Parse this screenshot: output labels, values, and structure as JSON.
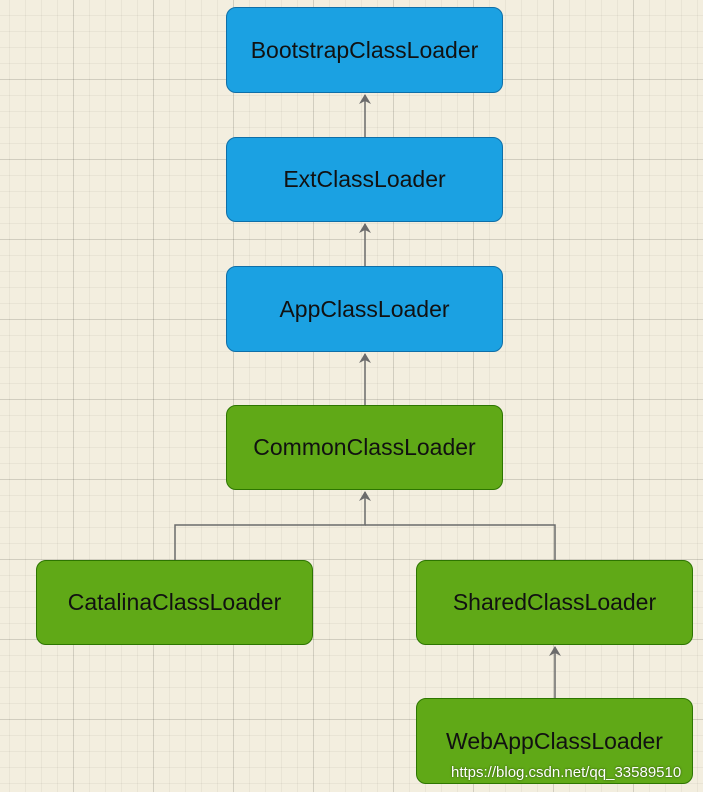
{
  "nodes": {
    "bootstrap": "BootstrapClassLoader",
    "ext": "ExtClassLoader",
    "app": "AppClassLoader",
    "common": "CommonClassLoader",
    "catalina": "CatalinaClassLoader",
    "shared": "SharedClassLoader",
    "webapp": "WebAppClassLoader"
  },
  "watermark": "https://blog.csdn.net/qq_33589510",
  "colors": {
    "jvm_fill": "#1ba1e2",
    "jvm_stroke": "#0f6fa8",
    "tomcat_fill": "#60a917",
    "tomcat_stroke": "#2d7600",
    "edge": "#6b6b6b",
    "background": "#f3eedf"
  },
  "edges": [
    {
      "from": "ext",
      "to": "bootstrap"
    },
    {
      "from": "app",
      "to": "ext"
    },
    {
      "from": "common",
      "to": "app"
    },
    {
      "from": "catalina",
      "to": "common"
    },
    {
      "from": "shared",
      "to": "common"
    },
    {
      "from": "webapp",
      "to": "shared"
    }
  ]
}
